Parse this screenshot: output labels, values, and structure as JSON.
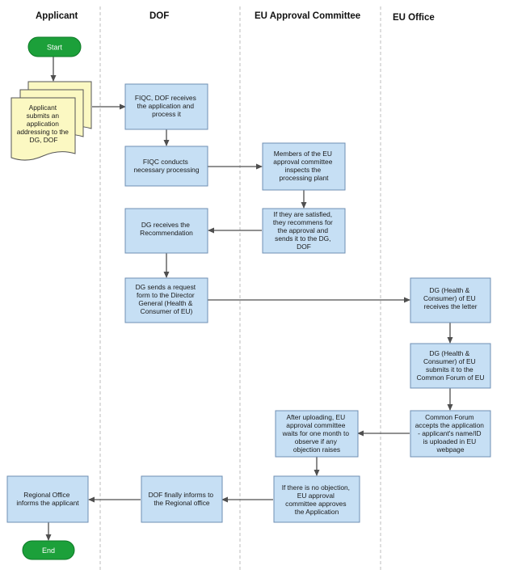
{
  "lanes": {
    "applicant": "Applicant",
    "dof": "DOF",
    "eu_committee": "EU Approval Committee",
    "eu_office": "EU Office"
  },
  "nodes": {
    "start": "Start",
    "applicant_submits": [
      "Applicant",
      "submits an",
      "application",
      "addressing to the",
      "DG, DOF"
    ],
    "fiqc_receives": [
      "FIQC, DOF receives",
      "the application and",
      "process it"
    ],
    "fiqc_processing": [
      "FIQC conducts",
      "necessary processing"
    ],
    "members_inspect": [
      "Members of the EU",
      "approval committee",
      "inspects the",
      "processing plant"
    ],
    "satisfied_recommend": [
      "If they are satisfied,",
      "they recommens for",
      "the approval and",
      "sends it to the DG,",
      "DOF"
    ],
    "dg_receives": [
      "DG receives the",
      "Recommendation"
    ],
    "dg_sends_request": [
      "DG sends a request",
      "form to the Director",
      "General  (Health &",
      "Consumer of EU)"
    ],
    "dg_health_receives": [
      "DG (Health &",
      "Consumer) of EU",
      "receives the letter"
    ],
    "dg_health_submits": [
      "DG (Health &",
      "Consumer) of EU",
      "submits it to the",
      "Common Forum of EU"
    ],
    "common_forum": [
      "Common Forum",
      "accepts the application",
      "- applicant's name/ID",
      "is uploaded in EU",
      "webpage"
    ],
    "after_uploading": [
      "After uploading, EU",
      "approval committee",
      "waits for one month to",
      "observe if any",
      "objection raises"
    ],
    "no_objection": [
      "If there is no objection,",
      "EU approval",
      "committee approves",
      "the Application"
    ],
    "dof_informs": [
      "DOF finally informs to",
      "the Regional office"
    ],
    "regional_informs": [
      "Regional Office",
      "informs the applicant"
    ],
    "end": "End"
  },
  "colors": {
    "process_fill": "#c6dff4",
    "process_stroke": "#6f8fb3",
    "document_fill": "#fbf8c2",
    "terminal_fill": "#1ca03a",
    "terminal_stroke": "#0d7a26",
    "arrow": "#4f4f4f",
    "lane_divider": "#bdbdbd"
  }
}
